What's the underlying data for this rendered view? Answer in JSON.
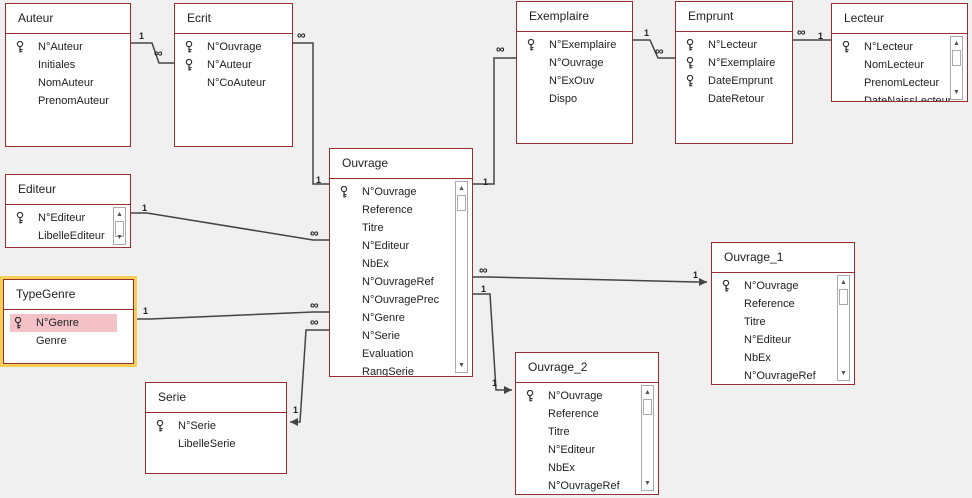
{
  "tables": {
    "auteur": {
      "title": "Auteur",
      "fields": [
        {
          "label": "N°Auteur",
          "key": true
        },
        {
          "label": "Initiales"
        },
        {
          "label": "NomAuteur"
        },
        {
          "label": "PrenomAuteur"
        }
      ]
    },
    "ecrit": {
      "title": "Ecrit",
      "fields": [
        {
          "label": "N°Ouvrage",
          "key": true
        },
        {
          "label": "N°Auteur",
          "key": true
        },
        {
          "label": "N°CoAuteur"
        }
      ]
    },
    "exemplaire": {
      "title": "Exemplaire",
      "fields": [
        {
          "label": "N°Exemplaire",
          "key": true
        },
        {
          "label": "N°Ouvrage"
        },
        {
          "label": "N°ExOuv"
        },
        {
          "label": "Dispo"
        }
      ]
    },
    "emprunt": {
      "title": "Emprunt",
      "fields": [
        {
          "label": "N°Lecteur",
          "key": true
        },
        {
          "label": "N°Exemplaire",
          "key": true
        },
        {
          "label": "DateEmprunt",
          "key": true
        },
        {
          "label": "DateRetour"
        }
      ]
    },
    "lecteur": {
      "title": "Lecteur",
      "fields": [
        {
          "label": "N°Lecteur",
          "key": true
        },
        {
          "label": "NomLecteur"
        },
        {
          "label": "PrenomLecteur"
        },
        {
          "label": "DateNaissLecteur"
        }
      ]
    },
    "editeur": {
      "title": "Editeur",
      "fields": [
        {
          "label": "N°Editeur",
          "key": true
        },
        {
          "label": "LibelleEditeur"
        }
      ]
    },
    "ouvrage": {
      "title": "Ouvrage",
      "fields": [
        {
          "label": "N°Ouvrage",
          "key": true
        },
        {
          "label": "Reference"
        },
        {
          "label": "Titre"
        },
        {
          "label": "N°Editeur"
        },
        {
          "label": "NbEx"
        },
        {
          "label": "N°OuvrageRef"
        },
        {
          "label": "N°OuvragePrec"
        },
        {
          "label": "N°Genre"
        },
        {
          "label": "N°Serie"
        },
        {
          "label": "Evaluation"
        },
        {
          "label": "RangSerie"
        }
      ]
    },
    "typegenre": {
      "title": "TypeGenre",
      "fields": [
        {
          "label": "N°Genre",
          "key": true,
          "selected": true
        },
        {
          "label": "Genre"
        }
      ]
    },
    "ouvrage1": {
      "title": "Ouvrage_1",
      "fields": [
        {
          "label": "N°Ouvrage",
          "key": true
        },
        {
          "label": "Reference"
        },
        {
          "label": "Titre"
        },
        {
          "label": "N°Editeur"
        },
        {
          "label": "NbEx"
        },
        {
          "label": "N°OuvrageRef"
        }
      ]
    },
    "serie": {
      "title": "Serie",
      "fields": [
        {
          "label": "N°Serie",
          "key": true
        },
        {
          "label": "LibelleSerie"
        }
      ]
    },
    "ouvrage2": {
      "title": "Ouvrage_2",
      "fields": [
        {
          "label": "N°Ouvrage",
          "key": true
        },
        {
          "label": "Reference"
        },
        {
          "label": "Titre"
        },
        {
          "label": "N°Editeur"
        },
        {
          "label": "NbEx"
        },
        {
          "label": "N°OuvrageRef"
        }
      ]
    }
  },
  "cardinality": {
    "one": "1",
    "many": "∞"
  },
  "colors": {
    "border": "#9b2d2d",
    "selected_outline": "#f5cf55",
    "selected_field": "#f4c2c6",
    "line": "#444444"
  }
}
